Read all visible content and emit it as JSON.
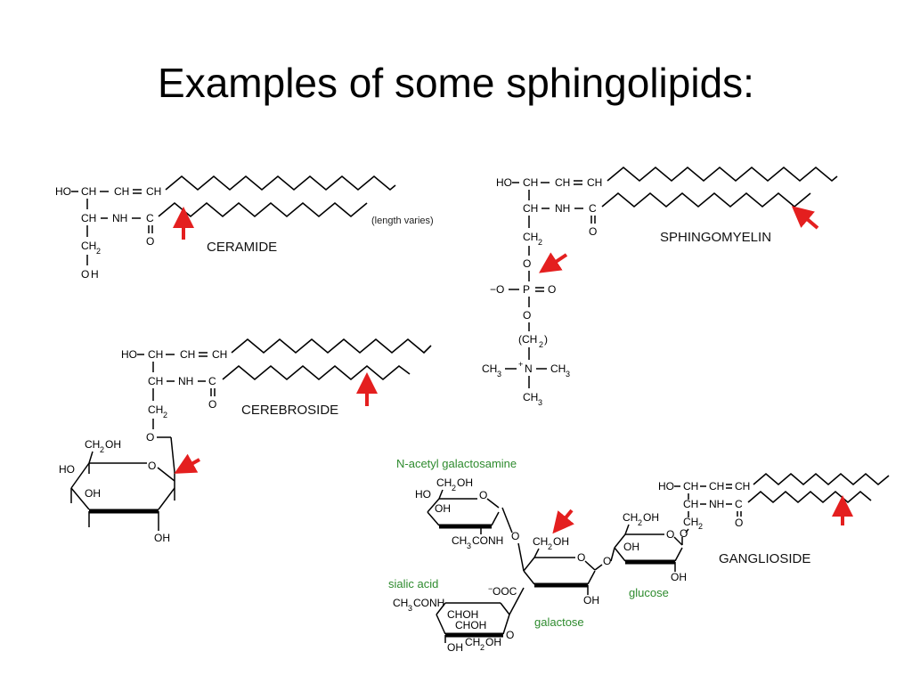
{
  "title": "Examples of some sphingolipids:",
  "molecules": {
    "ceramide": {
      "label": "CERAMIDE",
      "note": "(length varies)",
      "atoms": {
        "ho": "HO",
        "ch1": "CH",
        "ch2": "CH",
        "ch3": "CH",
        "ch4": "CH",
        "nh": "NH",
        "c": "C",
        "o": "O",
        "ch2b": "CH",
        "sub2": "2",
        "o2": "O",
        "h": "H"
      }
    },
    "sphingomyelin": {
      "label": "SPHINGOMYELIN",
      "atoms": {
        "ho": "HO",
        "ch1": "CH",
        "ch2": "CH",
        "ch3": "CH",
        "ch4": "CH",
        "nh": "NH",
        "c": "C",
        "o": "O",
        "ch2b": "CH",
        "sub2": "2",
        "o1": "O",
        "neg_o": "−O",
        "p": "P",
        "o_dbl": "O",
        "o2": "O",
        "ch2n": "(CH",
        "ch2n_sub": "2",
        "ch2n_close": ")",
        "ch3a": "CH",
        "ch3a_sub": "3",
        "n": "N",
        "n_plus": "+",
        "ch3b": "CH",
        "ch3b_sub": "3",
        "ch3c": "CH",
        "ch3c_sub": "3"
      }
    },
    "cerebroside": {
      "label": "CEREBROSIDE",
      "atoms": {
        "ho": "HO",
        "ch1": "CH",
        "ch2": "CH",
        "ch3": "CH",
        "ch4": "CH",
        "nh": "NH",
        "c": "C",
        "o": "O",
        "ch2b": "CH",
        "sub2": "2",
        "o_link": "O",
        "ch2oh": "CH",
        "ch2oh_sub": "2",
        "ch2oh_end": "OH",
        "ring_o": "O",
        "ho_ring": "HO",
        "oh_a": "OH",
        "oh_b": "OH"
      }
    },
    "ganglioside": {
      "label": "GANGLIOSIDE",
      "sugars": {
        "nag": "N-acetyl galactosamine",
        "sialic": "sialic acid",
        "galactose": "galactose",
        "glucose": "glucose"
      },
      "atoms": {
        "ho": "HO",
        "ch1": "CH",
        "ch2": "CH",
        "ch3": "CH",
        "ch4": "CH",
        "nh": "NH",
        "c": "C",
        "o": "O",
        "ch2b": "CH",
        "sub2": "2",
        "nag_ch2oh": "CH",
        "nag_ch2oh_sub": "2",
        "nag_ch2oh_end": "OH",
        "nag_ho": "HO",
        "nag_oh": "OH",
        "nag_o": "O",
        "nag_ch3conh": "CH",
        "nag_ch3conh_sub": "3",
        "nag_ch3conh_end": "CONH",
        "link_o1": "O",
        "gal_ch2oh": "CH",
        "gal_ch2oh_sub": "2",
        "gal_ch2oh_end": "OH",
        "gal_o": "O",
        "gal_oh": "OH",
        "link_o2": "O",
        "glc_ch2oh": "CH",
        "glc_ch2oh_sub": "2",
        "glc_ch2oh_end": "OH",
        "glc_o": "O",
        "glc_oh1": "OH",
        "glc_oh2": "OH",
        "glc_o_link": "O",
        "sia_coo": "OOC",
        "sia_coo_neg": "−",
        "sia_ch3conh": "CH",
        "sia_ch3conh_sub": "3",
        "sia_ch3conh_end": "CONH",
        "sia_choh1": "CHOH",
        "sia_choh2": "CHOH",
        "sia_ch2oh": "CH",
        "sia_ch2oh_sub": "2",
        "sia_ch2oh_end": "OH",
        "sia_oh": "OH",
        "sia_o": "O"
      }
    }
  }
}
